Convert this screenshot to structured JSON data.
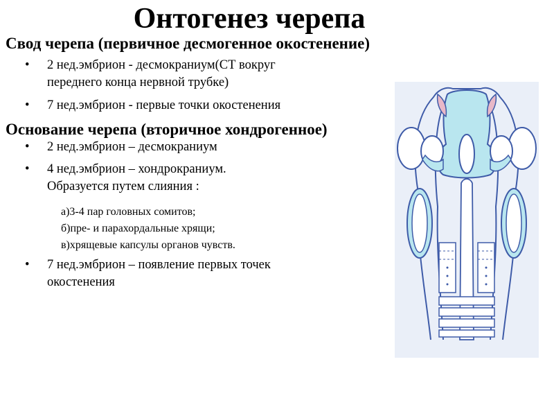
{
  "slide": {
    "title": "Онтогенез черепа",
    "sections": [
      {
        "heading": "Свод черепа (первичное десмогенное окостенение)",
        "bullets": [
          {
            "lines": [
              "2 нед.эмбрион - десмокраниум(СТ вокруг",
              "переднего конца нервной трубке)"
            ]
          },
          {
            "lines": [
              "7 нед.эмбрион - первые точки окостенения"
            ]
          }
        ]
      },
      {
        "heading": "Основание черепа (вторичное хондрогенное)",
        "bullets": [
          {
            "lines": [
              "2 нед.эмбрион – десмокраниум"
            ]
          },
          {
            "lines": [
              "4 нед.эмбрион – хондрокраниум.",
              "Образуется путем слияния :"
            ]
          },
          {
            "lines": [
              "7 нед.эмбрион – появление первых точек",
              "окостенения"
            ]
          }
        ],
        "sublist": [
          "а)3-4 пар головных сомитов;",
          "б)пре- и парахордальные хрящи;",
          "в)хрящевые капсулы органов чувств."
        ]
      }
    ],
    "bullet_glyph": "•",
    "colors": {
      "outline": "#3e5ba8",
      "cartilage_fill": "#b9e6ef",
      "pink": "#e8b8c8",
      "figure_bg": "#eaeff8"
    }
  }
}
